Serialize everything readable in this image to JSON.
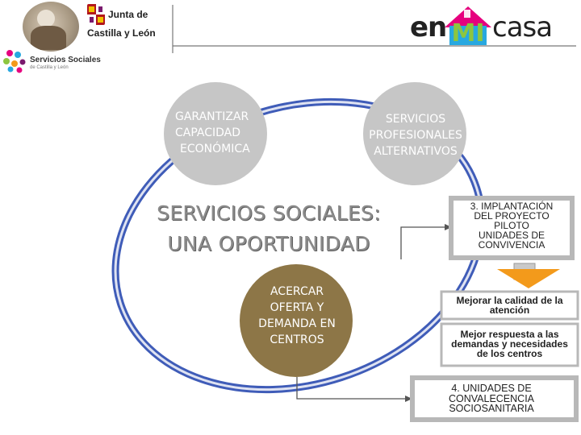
{
  "header": {
    "org_line1": "Junta de",
    "org_line2": "Castilla y León",
    "services_line1": "Servicios Sociales",
    "services_line2": "de Castilla y León",
    "brand_left": "en",
    "brand_mid": "MI",
    "brand_right": "casa"
  },
  "diagram": {
    "circle_top_left": [
      "GARANTIZAR",
      "CAPACIDAD",
      "ECONÓMICA"
    ],
    "circle_top_right": [
      "SERVICIOS",
      "PROFESIONALES",
      "ALTERNATIVOS"
    ],
    "circle_bottom": [
      "ACERCAR",
      "OFERTA Y",
      "DEMANDA EN",
      "CENTROS"
    ],
    "title": [
      "SERVICIOS SOCIALES:",
      "UNA OPORTUNIDAD"
    ],
    "box_pilot": [
      "3. IMPLANTACIÓN",
      "DEL PROYECTO",
      "PILOTO",
      "UNIDADES DE",
      "CONVIVENCIA"
    ],
    "box_quality": [
      "Mejorar la calidad de la",
      "atención"
    ],
    "box_response": [
      "Mejor respuesta a las",
      "demandas y necesidades",
      "de los centros"
    ],
    "box_convalescence": [
      "4. UNIDADES DE",
      "CONVALECENCIA",
      "SOCIOSANITARIA"
    ]
  },
  "colors": {
    "circle_gray": "#c6c6c6",
    "circle_brown": "#8d7647",
    "ring_blue": "#3f5cb8",
    "box_border": "#b8b8b8",
    "arrow_orange": "#f39a1b",
    "brand_blue": "#28a8e0",
    "brand_green": "#8dc63f",
    "brand_pink": "#e6007e"
  }
}
